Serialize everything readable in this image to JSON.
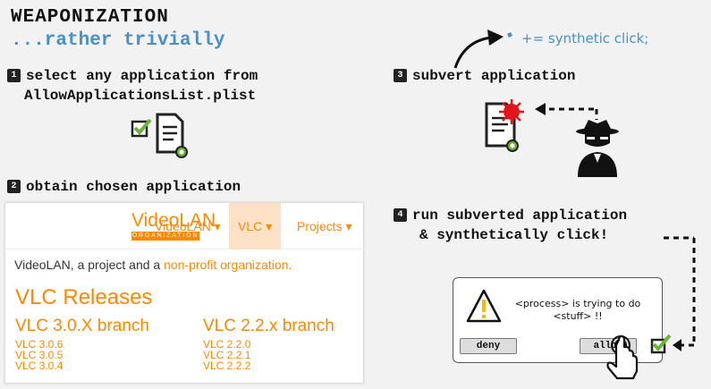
{
  "header": {
    "title": "WEAPONIZATION",
    "subtitle": "...rather trivially"
  },
  "note": "+= synthetic click;",
  "steps": [
    {
      "num": "1",
      "lines": [
        "select any application from",
        "AllowApplicationsList.plist"
      ]
    },
    {
      "num": "2",
      "lines": [
        "obtain chosen application"
      ]
    },
    {
      "num": "3",
      "lines": [
        "subvert application"
      ]
    },
    {
      "num": "4",
      "lines": [
        "run subverted application",
        "& synthetically click!"
      ]
    }
  ],
  "webpage": {
    "logo_top": "VideoLAN",
    "logo_bottom": "ORGANIZATION",
    "nav": [
      "VideoLAN ▾",
      "VLC ▾",
      "Projects ▾"
    ],
    "intro_text": "VideoLAN, a project and a ",
    "intro_link": "non-profit organization.",
    "heading": "VLC Releases",
    "branches": [
      {
        "title": "VLC 3.0.X branch",
        "versions": [
          "VLC 3.0.6",
          "VLC 3.0.5",
          "VLC 3.0.4"
        ]
      },
      {
        "title": "VLC 2.2.x branch",
        "versions": [
          "VLC 2.2.0",
          "VLC 2.2.1",
          "VLC 2.2.2"
        ]
      }
    ]
  },
  "dialog": {
    "line1": "<process> is trying to do",
    "line2": "<stuff> !!",
    "deny_label": "deny",
    "allow_label": "allow"
  },
  "colors": {
    "accent_blue": "#4a90c8",
    "vlc_orange": "#ff8800",
    "check_green": "#6bb536",
    "malware_red": "#e0161c"
  }
}
